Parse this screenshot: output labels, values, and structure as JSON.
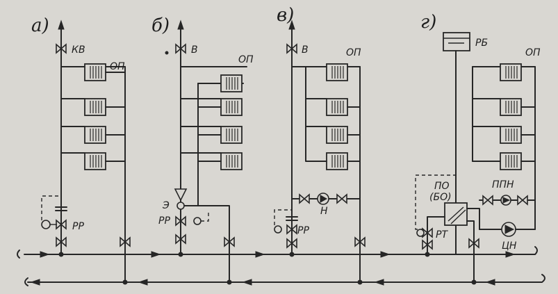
{
  "diagram": {
    "schemes": [
      {
        "id": "a",
        "letter": "а)",
        "labels": {
          "vent": "КВ",
          "radiators": "ОП",
          "regulator": "РР"
        }
      },
      {
        "id": "b",
        "letter": "б)",
        "labels": {
          "vent": "В",
          "radiators": "ОП",
          "ejector": "Э",
          "regulator": "РР"
        }
      },
      {
        "id": "v",
        "letter": "в)",
        "labels": {
          "vent": "В",
          "radiators": "ОП",
          "pump": "Н",
          "regulator": "РР"
        }
      },
      {
        "id": "g",
        "letter": "г)",
        "labels": {
          "tank": "РБ",
          "radiators": "ОП",
          "heat_exchanger_1": "ПО",
          "heat_exchanger_2": "(БО)",
          "makeup_pump": "ППН",
          "temp_regulator": "РТ",
          "circulation_pump": "ЦН"
        }
      }
    ],
    "colors": {
      "ink": "#262626",
      "paper": "#d9d7d2"
    }
  }
}
